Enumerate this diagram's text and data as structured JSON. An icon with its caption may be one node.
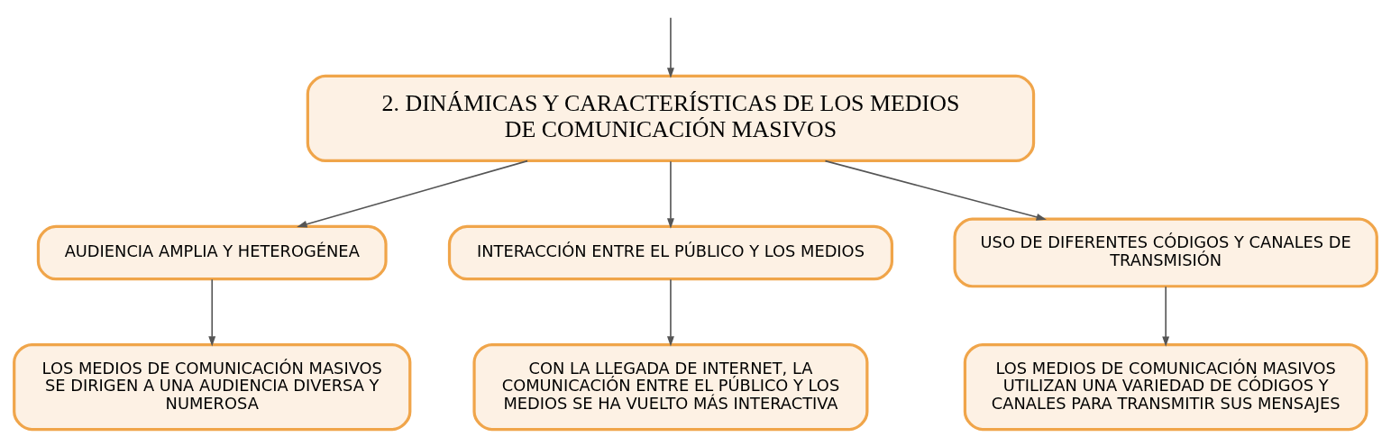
{
  "diagram": {
    "nodes": [
      {
        "text": [
          "2. DINÁMICAS Y CARACTERÍSTICAS DE LOS MEDIOS DE COMUNICACIÓN MASIVOS"
        ]
      },
      {
        "text": [
          "AUDIENCIA AMPLIA Y HETEROGÉNEA"
        ]
      },
      {
        "text": [
          "INTERACCIÓN ENTRE EL PÚBLICO Y LOS MEDIOS"
        ]
      },
      {
        "text": [
          "USO DE DIFERENTES CÓDIGOS Y CANALES DE TRANSMISIÓN"
        ]
      },
      {
        "text": [
          "LOS MEDIOS DE COMUNICACIÓN MASIVOS SE DIRIGEN A UNA AUDIENCIA DIVERSA Y NUMEROSA"
        ]
      },
      {
        "text": [
          "CON LA LLEGADA DE INTERNET, LA COMUNICACIÓN ENTRE EL PÚBLICO Y LOS MEDIOS SE HA VUELTO MÁS INTERACTIVA"
        ]
      },
      {
        "text": [
          "LOS MEDIOS DE COMUNICACIÓN MASIVOS UTILIZAN UNA VARIEDAD DE CÓDIGOS Y CANALES PARA TRANSMITIR SUS MENSAJES"
        ]
      }
    ],
    "edges": [
      {
        "from": null,
        "to": 0,
        "arrow": "to"
      },
      {
        "from": 0,
        "to": 1,
        "arrow": "to"
      },
      {
        "from": 0,
        "to": 2,
        "arrow": "to"
      },
      {
        "from": 0,
        "to": 3,
        "arrow": "to"
      },
      {
        "from": 1,
        "to": 4,
        "arrow": "to"
      },
      {
        "from": 2,
        "to": 5,
        "arrow": "to"
      },
      {
        "from": 3,
        "to": 6,
        "arrow": "to"
      }
    ]
  }
}
